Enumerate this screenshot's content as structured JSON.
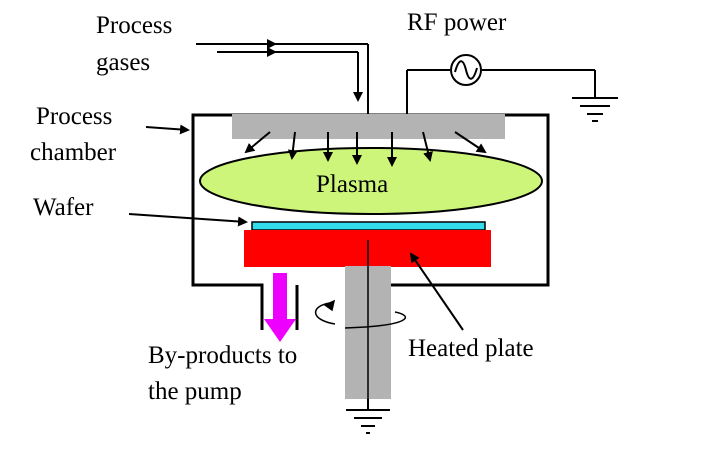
{
  "labels": {
    "process_gases_line1": "Process",
    "process_gases_line2": "gases",
    "rf_power": "RF power",
    "process_chamber_line1": "Process",
    "process_chamber_line2": "chamber",
    "plasma": "Plasma",
    "wafer": "Wafer",
    "heated_plate": "Heated plate",
    "byproducts_line1": "By-products to",
    "byproducts_line2": "the pump"
  },
  "colors": {
    "showerhead": "#b3b3b3",
    "plasma_fill": "#ccf57a",
    "wafer_fill": "#33ddee",
    "heated_plate_fill": "#ff0000",
    "byproduct_arrow": "#ee00ff",
    "pedestal_shaft": "#b3b3b3",
    "line": "#000000"
  },
  "icons": {
    "rf_source": "ac-sine-source-icon",
    "ground": "ground-symbol-icon"
  }
}
